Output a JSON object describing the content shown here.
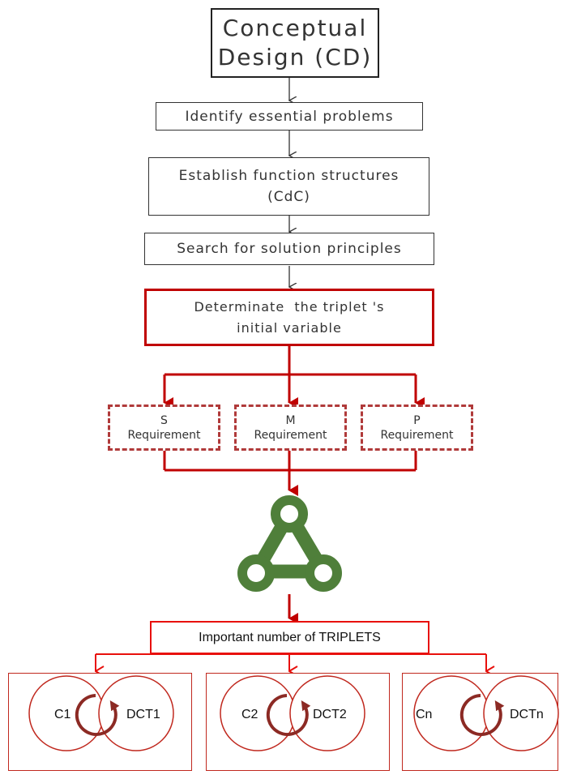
{
  "title": [
    "Conceptual",
    "Design (CD)"
  ],
  "steps": [
    "Identify essential problems",
    [
      "Establish function structures",
      "(CdC)"
    ],
    "Search for solution principles",
    [
      "Determinate  the triplet 's",
      "initial variable"
    ]
  ],
  "requirements": [
    [
      "S",
      "Requirement"
    ],
    [
      "M",
      "Requirement"
    ],
    [
      "P",
      "Requirement"
    ]
  ],
  "triplets_box": "Important number of TRIPLETS",
  "cycles": [
    {
      "left": "C1",
      "right": "DCT1"
    },
    {
      "left": "C2",
      "right": "DCT2"
    },
    {
      "left": "Cn",
      "right": "DCTn"
    }
  ],
  "colors": {
    "dark_red": "#c00000",
    "bright_red": "#e8100c",
    "green": "#4f7f3a",
    "dashed": "#b03a3a"
  },
  "icons": [
    "triplet-icon",
    "cycle-arrow-icon"
  ]
}
